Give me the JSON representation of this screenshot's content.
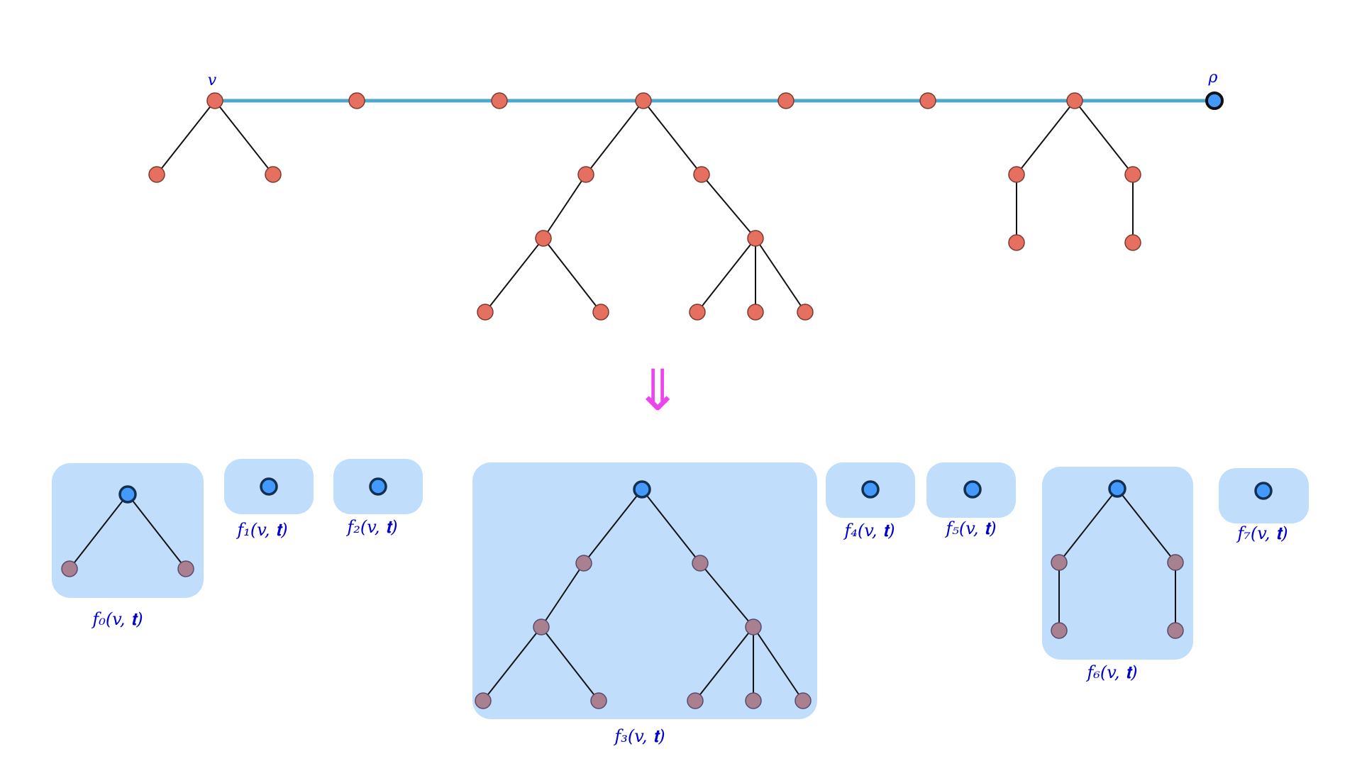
{
  "labels": {
    "v": "v",
    "rho": "ρ",
    "arrow": "⇓",
    "f0": "f₀(v, 𝐭)",
    "f1": "f₁(v, 𝐭)",
    "f2": "f₂(v, 𝐭)",
    "f3": "f₃(v, 𝐭)",
    "f4": "f₄(v, 𝐭)",
    "f5": "f₅(v, 𝐭)",
    "f6": "f₆(v, 𝐭)",
    "f7": "f₇(v, 𝐭)"
  },
  "colors": {
    "spine": "#4ba9d0",
    "tree_node": "#e57060",
    "root_node": "#4499ff",
    "gray_node": "#a98090",
    "box": "#c0defc",
    "arrow": "#ee44ee",
    "label": "#0000cc",
    "edge": "#111111"
  }
}
